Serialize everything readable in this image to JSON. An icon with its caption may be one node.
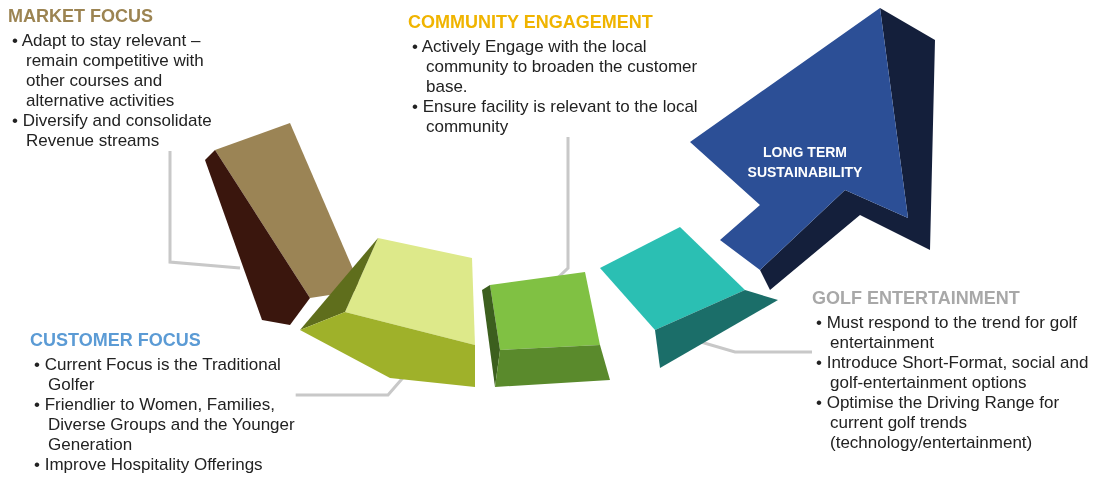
{
  "diagram": {
    "nodes": [
      {
        "text": [
          "MARKET FOCUS",
          "• Adapt to stay relevant – remain competitive with other courses and alternative activities",
          "• Diversify and consolidate Revenue streams"
        ]
      },
      {
        "text": [
          "COMMUNITY ENGAGEMENT",
          "• Actively Engage with the local community to broaden the customer base.",
          "• Ensure facility is relevant to the local community"
        ]
      },
      {
        "text": [],
        "shape": "box"
      },
      {
        "text": [],
        "shape": "box"
      },
      {
        "text": [],
        "shape": "box"
      },
      {
        "text": [],
        "shape": "box"
      },
      {
        "text": [
          "LONG TERM SUSTAINABILITY"
        ]
      },
      {
        "text": [
          "GOLF ENTERTAINMENT",
          "• Must respond to the trend for golf entertainment",
          "• Introduce Short-Format, social and golf-entertainment options",
          "• Optimise the Driving Range for current golf trends (technology/entertainment)"
        ]
      },
      {
        "text": [
          "CUSTOMER FOCUS",
          "• Current Focus is the Traditional Golfer",
          "• Friendlier to Women, Families, Diverse Groups and the Younger Generation",
          "• Improve Hospitality Offerings"
        ]
      }
    ],
    "edges": [
      {
        "from": 0,
        "to": 2,
        "arrow": "none"
      },
      {
        "from": 1,
        "to": 4,
        "arrow": "none"
      },
      {
        "from": 7,
        "to": 5,
        "arrow": "none"
      },
      {
        "from": 8,
        "to": 3,
        "arrow": "none"
      }
    ]
  }
}
